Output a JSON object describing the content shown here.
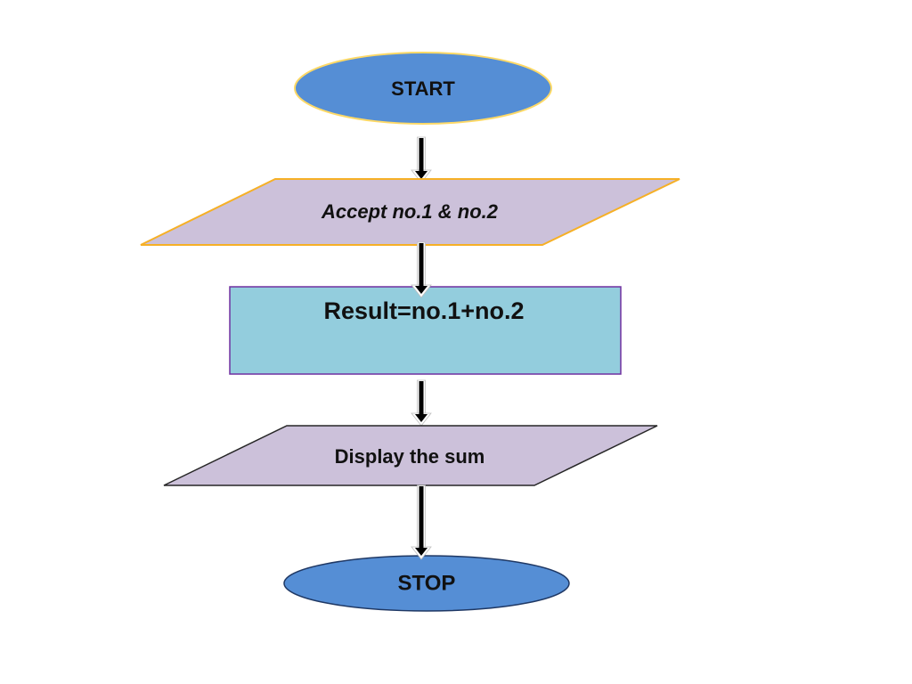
{
  "flowchart": {
    "start": {
      "label": "START",
      "fill": "#558ed5",
      "stroke": "#ffd966"
    },
    "input": {
      "label": "Accept no.1 & no.2",
      "fill": "#ccc1da",
      "stroke": "#f6b026"
    },
    "process": {
      "label": "Result=no.1+no.2",
      "fill": "#93cddd",
      "stroke": "#7030a0"
    },
    "output": {
      "label": "Display the sum",
      "fill": "#ccc1da",
      "stroke": "#262626"
    },
    "stop": {
      "label": "STOP",
      "fill": "#558ed5",
      "stroke": "#1f3864"
    },
    "arrow_color": "#000000",
    "arrow_outline": "#ffffff"
  }
}
